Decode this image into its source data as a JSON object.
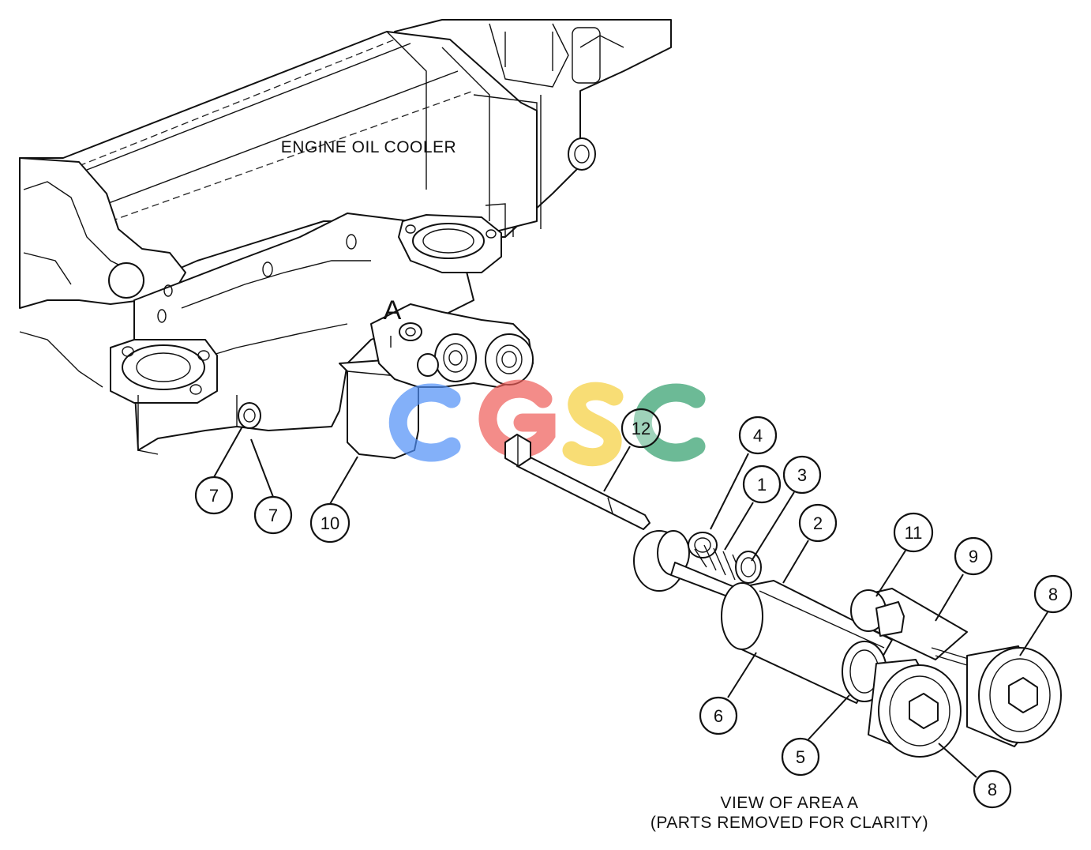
{
  "diagram": {
    "title": "ENGINE OIL COOLER",
    "area_marker": "A",
    "view_caption": {
      "line1": "VIEW OF AREA  A",
      "line2": "(PARTS REMOVED FOR CLARITY)"
    },
    "watermark": "CGSC",
    "watermark_colors": [
      "#4f8ff7",
      "#ee5c58",
      "#f6cf3c",
      "#2f9e6a"
    ]
  },
  "callouts": [
    {
      "id": "c7a",
      "number": "7"
    },
    {
      "id": "c7b",
      "number": "7"
    },
    {
      "id": "c10",
      "number": "10"
    },
    {
      "id": "c12",
      "number": "12"
    },
    {
      "id": "c4",
      "number": "4"
    },
    {
      "id": "c1",
      "number": "1"
    },
    {
      "id": "c3",
      "number": "3"
    },
    {
      "id": "c2",
      "number": "2"
    },
    {
      "id": "c11",
      "number": "11"
    },
    {
      "id": "c9",
      "number": "9"
    },
    {
      "id": "c8a",
      "number": "8"
    },
    {
      "id": "c6",
      "number": "6"
    },
    {
      "id": "c5",
      "number": "5"
    },
    {
      "id": "c8b",
      "number": "8"
    }
  ]
}
